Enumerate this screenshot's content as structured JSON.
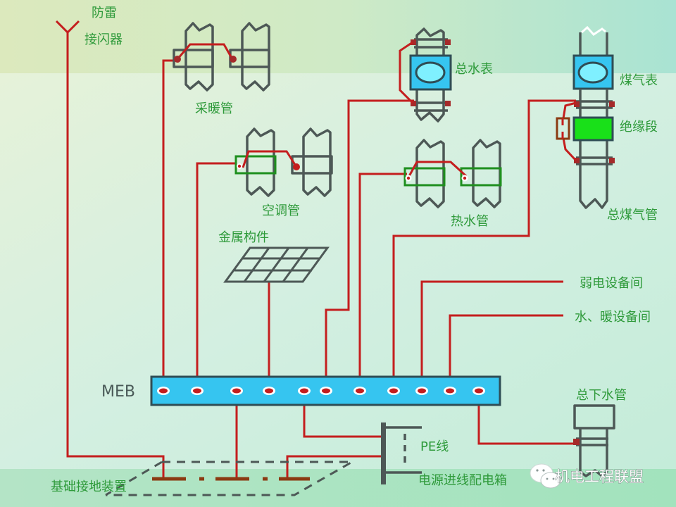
{
  "diagram": {
    "title": "Main equipotential bonding (MEB) wiring diagram",
    "colors": {
      "wire": "#c41e1e",
      "pipe": "#4d5856",
      "label": "#2e9a3a",
      "meb_bar": "#36c5f0",
      "meter_body": "#36c5f0",
      "meter_glass": "#7ff0ff",
      "insulation": "#19e019",
      "clamp_green": "#1e8f1e",
      "earth_electrode": "#8b3a12",
      "background_top": "#d8ebc3",
      "background_mid": "#cbeee2",
      "background_bottom": "#a8e6c4"
    },
    "labels": {
      "lightning_rod_line1": "防雷",
      "lightning_rod_line2": "接闪器",
      "heating_pipe": "采暖管",
      "ac_pipe": "空调管",
      "metal_structure": "金属构件",
      "main_water_meter": "总水表",
      "hot_water_pipe": "热水管",
      "gas_meter": "煤气表",
      "insulation_section": "绝缘段",
      "main_gas_pipe": "总煤气管",
      "weak_current_room": "弱电设备间",
      "water_heating_room": "水、暖设备间",
      "main_drain_pipe": "总下水管",
      "meb": "MEB",
      "pe_line": "PE线",
      "power_distribution_box": "电源进线配电箱",
      "foundation_grounding": "基础接地装置"
    },
    "meb_terminals": [
      "heating-pipe",
      "ac-pipe",
      "foundation-ground",
      "metal-structure",
      "pe-line",
      "water-meter",
      "hot-water-pipe",
      "gas-pipe",
      "weak-current-room",
      "water-heating-room",
      "drain-pipe"
    ],
    "watermark": {
      "icon": "wechat-icon",
      "text": "机电工程联盟"
    }
  }
}
